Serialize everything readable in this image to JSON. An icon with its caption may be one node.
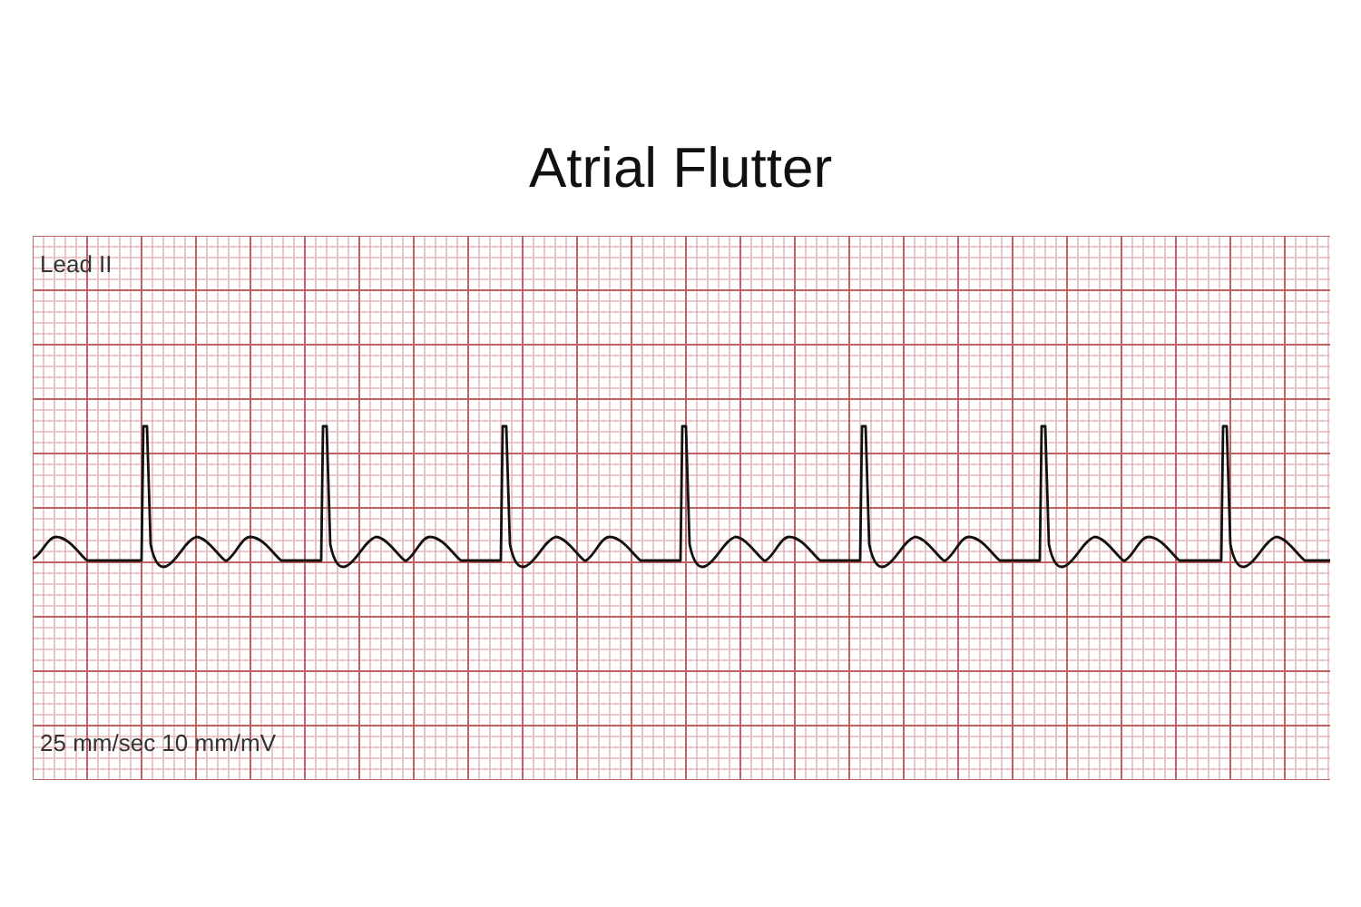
{
  "diagram": {
    "title": "Atrial Flutter",
    "labels": [
      "Lead II",
      "25 mm/sec 10 mm/mV"
    ]
  }
}
